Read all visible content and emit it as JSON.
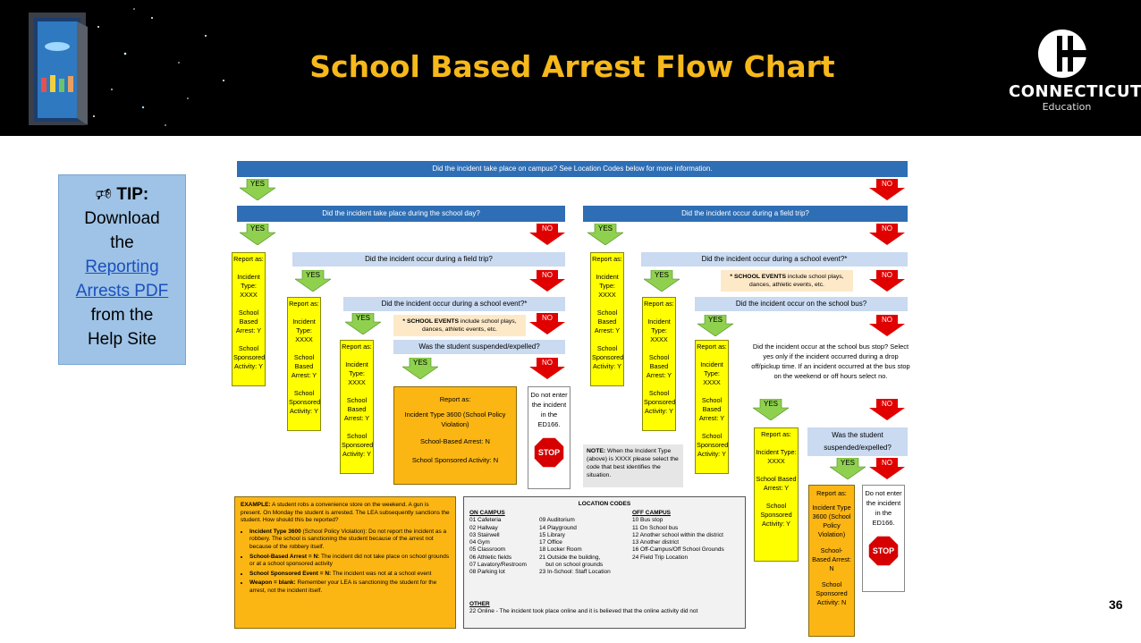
{
  "header": {
    "title": "School Based Arrest Flow Chart",
    "logo_word": "CONNECTICUT",
    "logo_sub": "Education"
  },
  "tip": {
    "label": "TIP:",
    "line1": "Download",
    "line2": "the",
    "link": "Reporting Arrests PDF",
    "line3": "from the",
    "line4": "Help Site"
  },
  "slide_number": "36",
  "chart": {
    "q_campus": "Did the incident take place on campus? See Location Codes below for more information.",
    "q_school_day": "Did the incident take place during the school day?",
    "q_field_trip_right": "Did the incident occur during a field trip?",
    "q_field_trip_left": "Did the incident occur during a field trip?",
    "q_school_event_left": "Did the incident occur during a school event?*",
    "q_school_event_right": "Did the incident occur during a school event?*",
    "q_suspended_left": "Was the student suspended/expelled?",
    "q_school_bus": "Did the incident occur on the school bus?",
    "q_bus_stop": "Did the incident occur at the school bus stop? Select yes only if the incident occurred during a drop off/pickup time. If an incident occurred at the bus stop on the weekend or off hours select no.",
    "q_suspended_right": "Was the student suspended/expelled?",
    "yes": "YES",
    "no": "NO",
    "report_as": "Report as:",
    "rep_type": "Incident Type: XXXX",
    "rep_arrest": "School Based Arrest: Y",
    "rep_activity": "School Sponsored Activity: Y",
    "events_note_bold": "* SCHOOL EVENTS",
    "events_note": " include school plays, dances, athletic events, etc.",
    "orange_report_as": "Report as:",
    "orange_type": "Incident Type 3600 (School Policy Violation)",
    "orange_arrest": "School-Based Arrest: N",
    "orange_activity": "School Sponsored Activity: N",
    "right_orange_type": "Incident Type 3600 (School Policy Violation)",
    "right_orange_arrest": "School-Based Arrest: N",
    "right_orange_activity": "School Sponsored Activity: N",
    "do_not_enter": "Do not enter the incident in the ED166.",
    "stop": "STOP",
    "xxxx_note_bold": "NOTE:",
    "xxxx_note": " When the Incident Type (above) is XXXX please select the code that best identifies the situation.",
    "example_bold": "EXAMPLE:",
    "example_text": " A student robs a convenience store on the weekend. A gun is present. On Monday the student is arrested. The LEA subsequently sanctions the student. How should this be reported?",
    "example_items": [
      {
        "bold": "Incident Type 3600",
        "text": " (School Policy Violation): Do not report the incident as a robbery. The school is sanctioning the student because of the arrest not because of the robbery itself."
      },
      {
        "bold": "School-Based Arrest = N:",
        "text": " The incident did not take place on school grounds or at a school sponsored activity"
      },
      {
        "bold": "School Sponsored Event = N:",
        "text": " The incident was not at a school event"
      },
      {
        "bold": "Weapon = blank:",
        "text": " Remember your LEA is sanctioning the student for the arrest, not the incident itself."
      }
    ],
    "loc_title": "LOCATION CODES",
    "loc_on": "ON CAMPUS",
    "loc_off": "OFF CAMPUS",
    "loc_col1": [
      "01 Cafeteria",
      "02 Hallway",
      "03 Stairwell",
      "04 Gym",
      "05 Classroom",
      "06 Athletic fields",
      "07 Lavatory/Restroom",
      "08 Parking lot"
    ],
    "loc_col2": [
      "09 Auditorium",
      "14 Playground",
      "15 Library",
      "17 Office",
      "18 Locker Room",
      "21 Outside the building,",
      "    but on school grounds",
      "23 In-School: Staff Location"
    ],
    "loc_col3": [
      "10 Bus stop",
      "11 On School bus",
      "12 Another school within the district",
      "13 Another district",
      "16 Off-Campus/Off School Grounds",
      "24 Field Trip Location"
    ],
    "loc_other": "OTHER",
    "loc_other_text": "22 Online - The incident took place online and it is believed that the online activity did not"
  },
  "colors": {
    "title": "#f6b81b",
    "bar": "#2e6eb5",
    "light_bar": "#c9daf1",
    "yes_arrow": "#8fd14f",
    "no_arrow": "#e00000",
    "report_box": "#ffff00",
    "orange_box": "#fcb614",
    "tip_box": "#9ec3e6"
  }
}
